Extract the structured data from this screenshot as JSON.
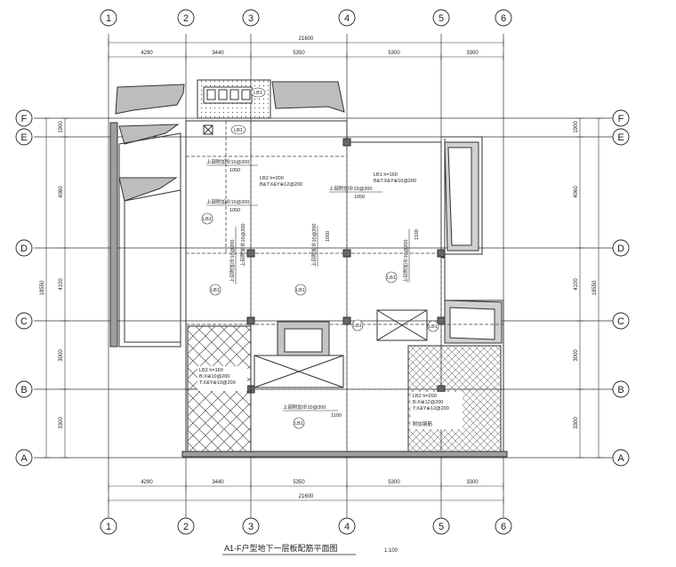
{
  "drawing": {
    "title": "A1-F户型地下一层板配筋平面图",
    "scale": "1:100"
  },
  "grid": {
    "columns": [
      "1",
      "2",
      "3",
      "4",
      "5",
      "6"
    ],
    "rows": [
      "F",
      "E",
      "D",
      "C",
      "B",
      "A"
    ]
  },
  "dimensions": {
    "top_total": "21600",
    "top_spans": [
      "4290",
      "3440",
      "5350",
      "5300",
      "3300"
    ],
    "bottom_total": "21600",
    "bottom_spans": [
      "4290",
      "3440",
      "5350",
      "5300",
      "3300"
    ],
    "left_total": "18550",
    "left_spans": [
      "1900",
      "4060",
      "4100",
      "3000",
      "3300"
    ],
    "right_total": "18550",
    "right_spans": [
      "1900",
      "4060",
      "4100",
      "3000",
      "3300"
    ]
  },
  "slabs": {
    "lb2_top": {
      "tag": "LB2",
      "line1": "LB2 h=200",
      "line2": "B&T:X&Y⊕12@200"
    },
    "lb1_right": {
      "tag": "LB1",
      "line1": "LB1 h=160",
      "line2": "B&T:X&Y⊕10@200"
    },
    "lb2_left": {
      "tag": "LB2",
      "line1": "LB2 h=160",
      "line2": "B:X⊕10@200",
      "line3": "T:X&Y⊕10@200"
    },
    "lb2_right": {
      "tag": "LB2",
      "line1": "LB2 h=200",
      "line2": "B:X⊕12@200",
      "line3": "T:X&Y⊕12@200",
      "line4": "附加钢筋"
    },
    "lb1_tags": [
      "LB1",
      "LB1",
      "LB1",
      "LB1",
      "LB1",
      "LB1",
      "LB1",
      "LB1",
      "LB1"
    ]
  },
  "rebar_labels": {
    "r1": "上部附加⊕10@200",
    "r1_len": "1050",
    "r2": "上部附加⊕10@200",
    "r2_len": "1050",
    "r3": "上部附加⊕10@200",
    "r3_len": "1050",
    "r4": "上部附加⊕10@200",
    "r5": "上部附加⊕10@200",
    "r5_len": "1050",
    "r6": "上部附加⊕10@200",
    "r6_len": "1100",
    "r7": "上部附加⊕10@200",
    "r8": "上部附加⊕10@200",
    "r8_len": "1100"
  }
}
